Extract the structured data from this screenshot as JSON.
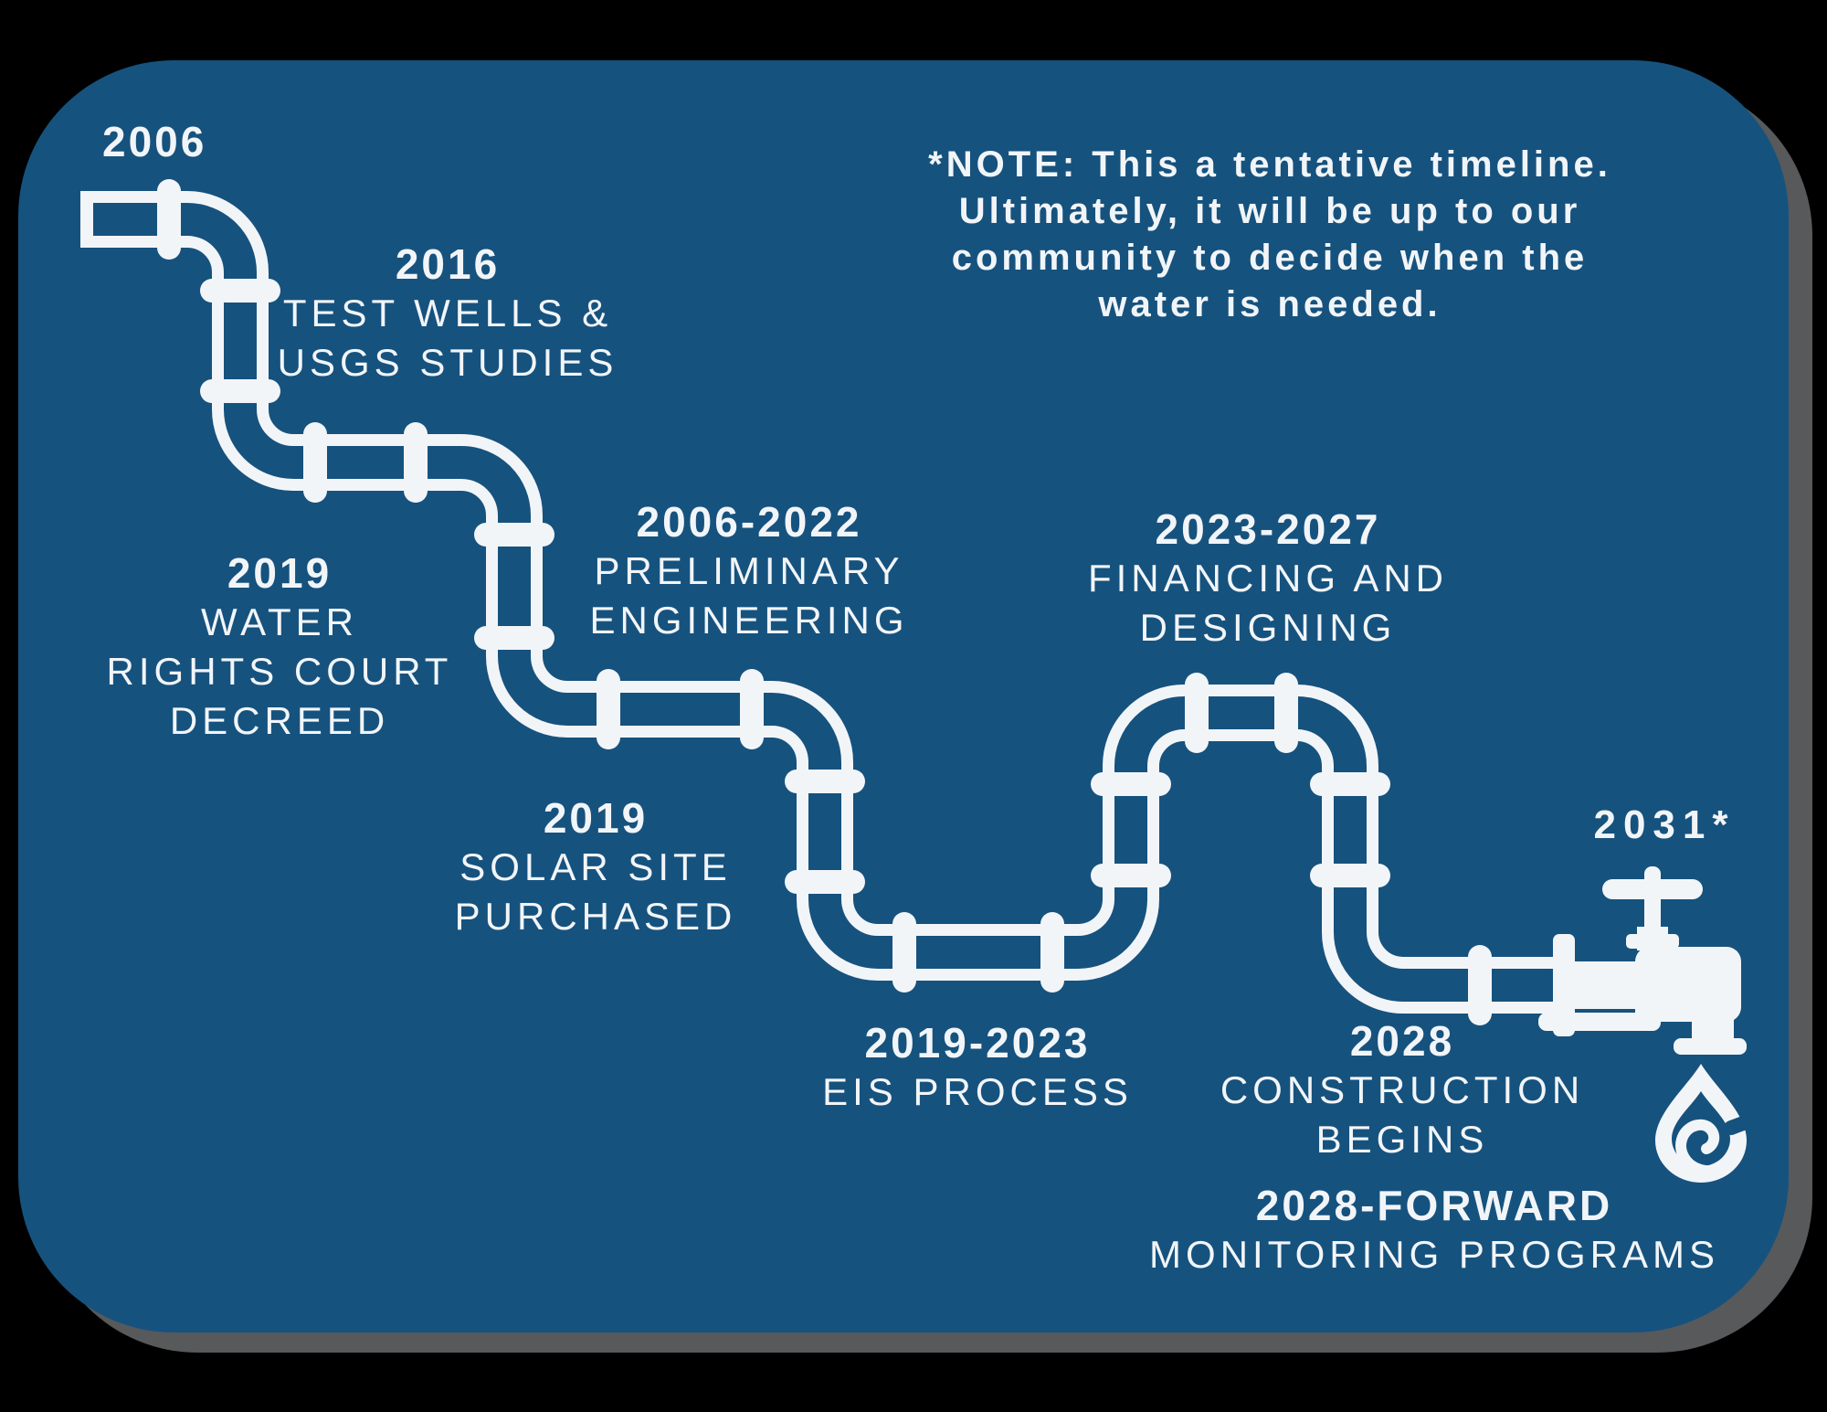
{
  "canvas": {
    "background": "#000000",
    "card_color": "#16527E",
    "shadow_color": "#58595B",
    "ink_color": "#F2F5F8"
  },
  "note": {
    "lines": [
      "*NOTE: This a tentative timeline.",
      "Ultimately, it will be up to our",
      "community to decide when the",
      "water is needed."
    ]
  },
  "milestones": [
    {
      "id": "pipeline-start",
      "year": "2006",
      "lines": []
    },
    {
      "id": "test-wells",
      "year": "2016",
      "lines": [
        "TEST WELLS &",
        "USGS STUDIES"
      ]
    },
    {
      "id": "water-rights",
      "year": "2019",
      "lines": [
        "WATER",
        "RIGHTS COURT",
        "DECREED"
      ]
    },
    {
      "id": "preliminary-eng",
      "year": "2006-2022",
      "lines": [
        "PRELIMINARY",
        "ENGINEERING"
      ]
    },
    {
      "id": "solar-site",
      "year": "2019",
      "lines": [
        "SOLAR SITE",
        "PURCHASED"
      ]
    },
    {
      "id": "eis-process",
      "year": "2019-2023",
      "lines": [
        "EIS PROCESS"
      ]
    },
    {
      "id": "financing",
      "year": "2023-2027",
      "lines": [
        "FINANCING AND",
        "DESIGNING"
      ]
    },
    {
      "id": "construction",
      "year": "2028",
      "lines": [
        "CONSTRUCTION",
        "BEGINS"
      ]
    },
    {
      "id": "monitoring",
      "year": "2028-FORWARD",
      "lines": [
        "MONITORING PROGRAMS"
      ]
    },
    {
      "id": "water-delivered",
      "year": "2031*",
      "lines": []
    }
  ],
  "icons": {
    "pipeline": "winding water pipeline with couplings",
    "faucet": "faucet-icon",
    "water_drop": "water-drop-icon"
  }
}
